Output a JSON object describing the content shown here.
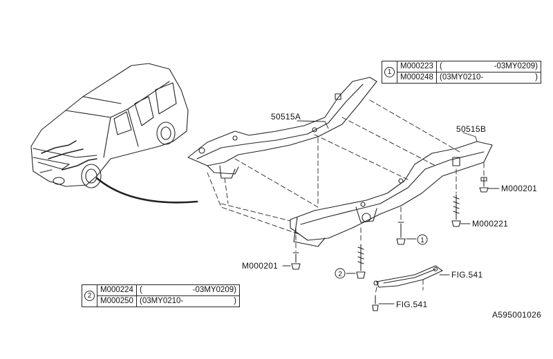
{
  "parts": {
    "frame_left": "50515A",
    "frame_right": "50515B"
  },
  "tables": [
    {
      "index": "1",
      "rows": [
        {
          "code": "M000223",
          "open": "(",
          "range": "-03MY0209",
          "close": ")"
        },
        {
          "code": "M000248",
          "open": "(",
          "range": "03MY0210-",
          "close": ")"
        }
      ]
    },
    {
      "index": "2",
      "rows": [
        {
          "code": "M000224",
          "open": "(",
          "range": "-03MY0209",
          "close": ")"
        },
        {
          "code": "M000250",
          "open": "(",
          "range": "03MY0210-",
          "close": ")"
        }
      ]
    }
  ],
  "callouts": {
    "bolt_right_top": "M000201",
    "bolt_right_long": "M000221",
    "bolt_left_front": "M000201",
    "ref_circle_1": "1",
    "ref_circle_2": "2",
    "fig_upper": "FIG.541",
    "fig_lower": "FIG.541"
  },
  "diagram_id": "A595001026"
}
